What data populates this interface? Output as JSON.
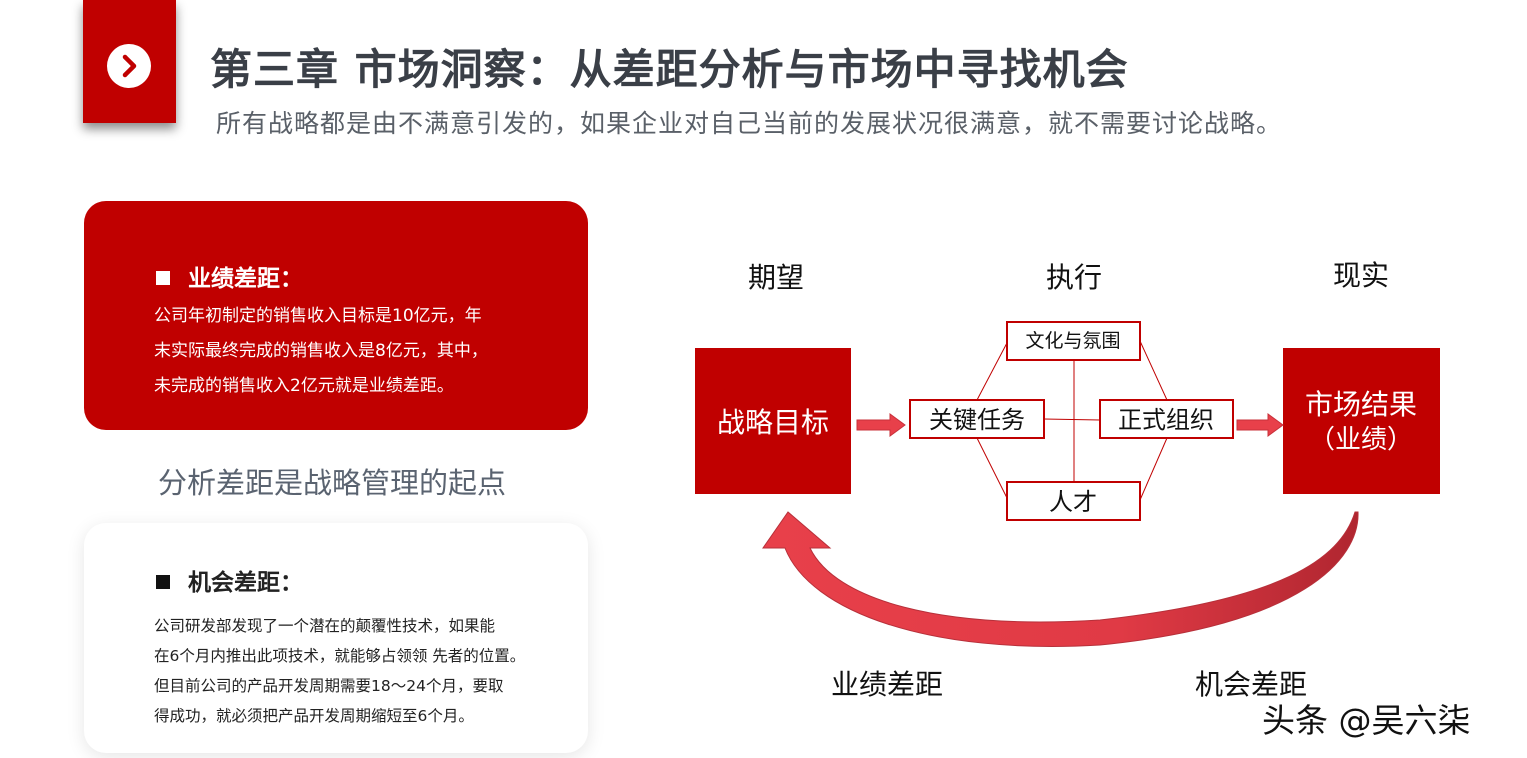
{
  "header": {
    "title": "第三章 市场洞察：从差距分析与市场中寻找机会",
    "subtitle": "所有战略都是由不满意引发的，如果企业对自己当前的发展状况很满意，就不需要讨论战略。"
  },
  "performance_card": {
    "heading": "业绩差距：",
    "lines": [
      "公司年初制定的销售收入目标是10亿元，年",
      "末实际最终完成的销售收入是8亿元，其中，",
      "未完成的销售收入2亿元就是业绩差距。"
    ]
  },
  "middle_text": "分析差距是战略管理的起点",
  "opportunity_card": {
    "heading": "机会差距：",
    "lines": [
      "公司研发部发现了一个潜在的颠覆性技术，如果能",
      "在6个月内推出此项技术，就能够占领领 先者的位置。",
      "但目前公司的产品开发周期需要18～24个月，要取",
      "得成功，就必须把产品开发周期缩短至6个月。"
    ]
  },
  "diagram": {
    "col_expect": "期望",
    "col_execute": "执行",
    "col_reality": "现实",
    "strategy_goal": "战略目标",
    "market_result_line1": "市场结果",
    "market_result_line2": "（业绩）",
    "culture": "文化与氛围",
    "key_task": "关键任务",
    "formal_org": "正式组织",
    "talent": "人才",
    "perf_gap": "业绩差距",
    "opp_gap": "机会差距"
  },
  "watermark": "头条 @吴六柒",
  "colors": {
    "brand_red": "#c00000",
    "arrow_red": "#e8404a",
    "title_gray": "#3a3f47"
  }
}
